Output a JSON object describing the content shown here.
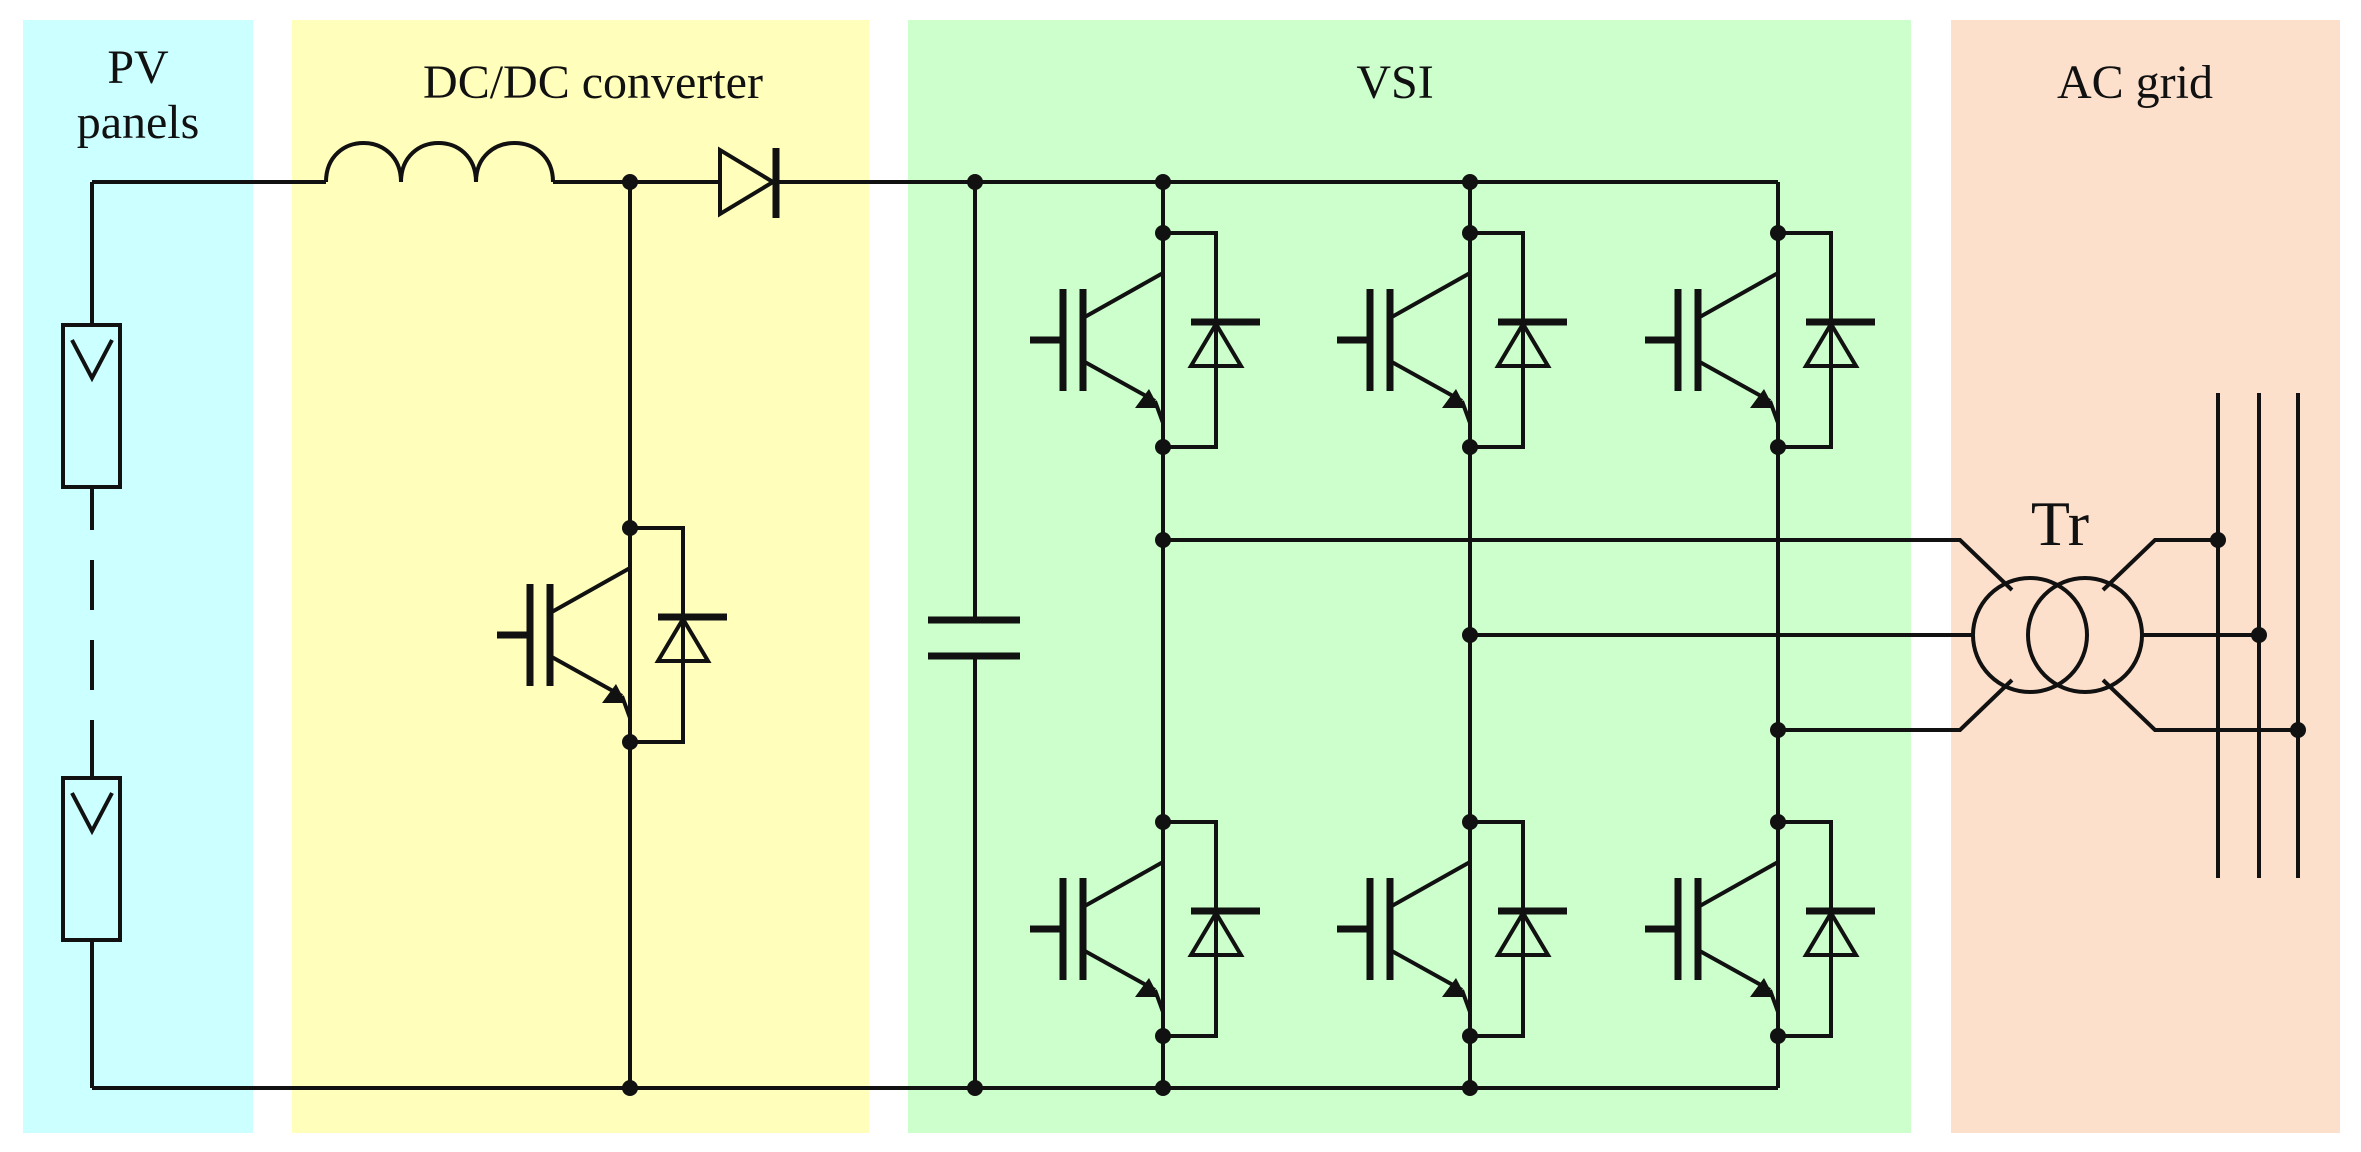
{
  "regions": [
    {
      "id": "pv",
      "label_lines": [
        "PV",
        "panels"
      ],
      "color": "#ccffff"
    },
    {
      "id": "dcdc",
      "label_lines": [
        "DC/DC converter"
      ],
      "color": "#ffffbb"
    },
    {
      "id": "vsi",
      "label_lines": [
        "VSI"
      ],
      "color": "#ccffcc"
    },
    {
      "id": "grid",
      "label_lines": [
        "AC grid"
      ],
      "color": "#fde0cc"
    }
  ],
  "transformer_label": "Tr"
}
